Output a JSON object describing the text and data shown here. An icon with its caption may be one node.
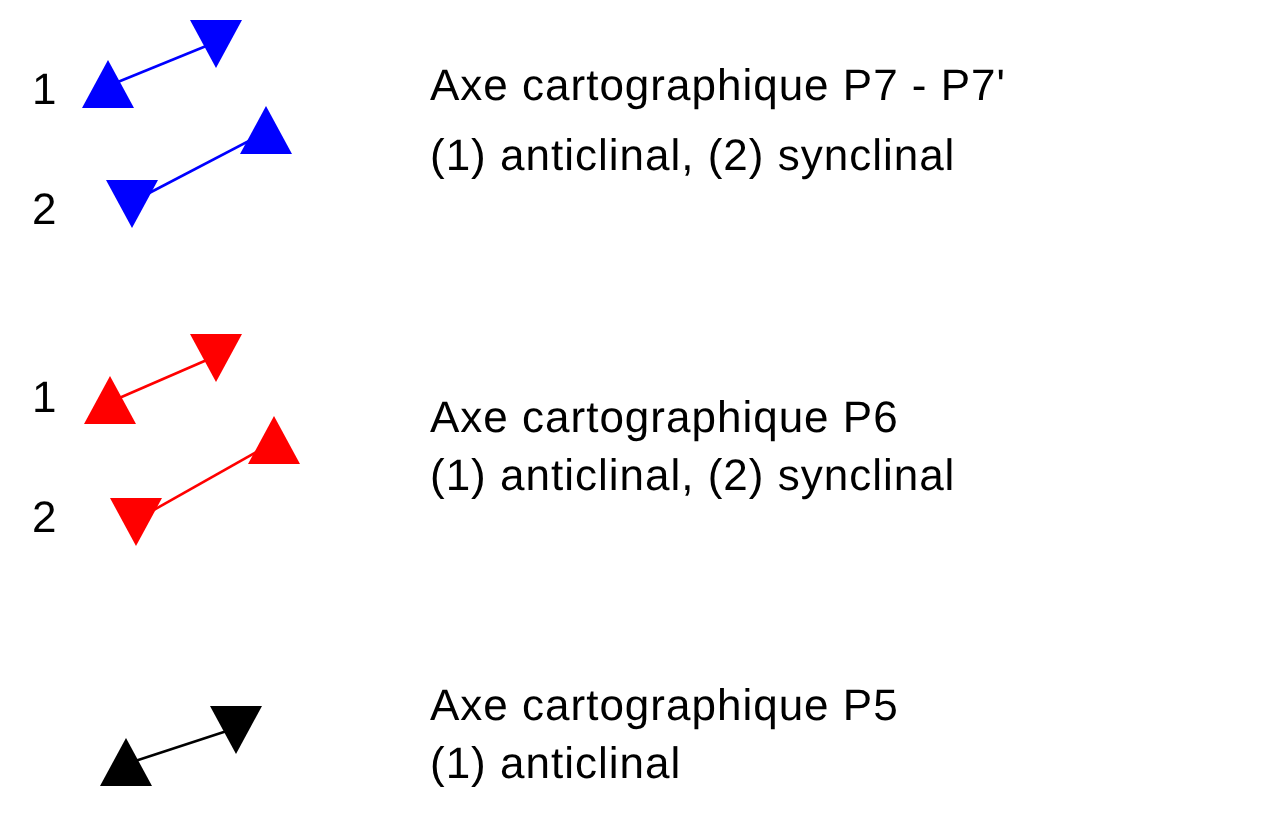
{
  "diagram": {
    "labels": [
      "1",
      "2",
      "(1) anticlinal, (2) synclinal",
      "1",
      "2",
      "(1) anticlinal, (2) synclinal",
      "(1) anticlinal"
    ],
    "legend": [
      {
        "text": "Axe cartographique P7 - P7'"
      },
      {
        "text": "Axe cartographique P6"
      },
      {
        "text": "Axe cartographique P5"
      }
    ]
  }
}
